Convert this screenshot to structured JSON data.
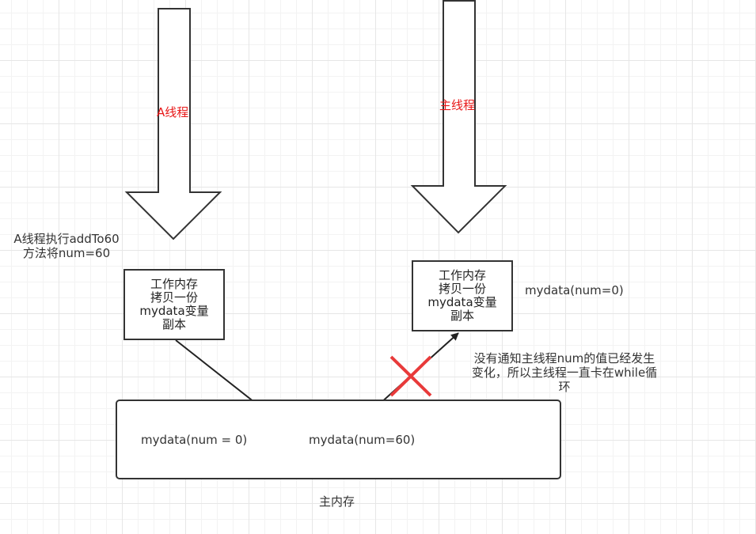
{
  "thread_a": {
    "label": "A线程",
    "label_color": "#e81818",
    "action_lines": [
      "A线程执行addTo60",
      "方法将num=60"
    ]
  },
  "thread_main": {
    "label": "主线程",
    "label_color": "#e81818",
    "value_note": "mydata(num=0)"
  },
  "work_memory_a": {
    "lines": [
      "工作内存",
      "拷贝一份",
      "mydata变量",
      "副本"
    ]
  },
  "work_memory_main": {
    "lines": [
      "工作内存",
      "拷贝一份",
      "mydata变量",
      "副本"
    ]
  },
  "main_memory": {
    "label": "主内存",
    "left_value": "mydata(num = 0)",
    "right_value": "mydata(num=60)"
  },
  "notify_note": {
    "lines": [
      "没有通知主线程num的值已经发生",
      "变化，所以主线程一直卡在while循",
      "环"
    ],
    "cross_color": "#e81818"
  }
}
